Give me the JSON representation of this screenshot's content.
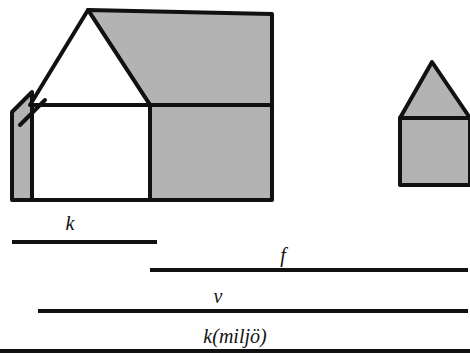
{
  "diagram": {
    "labels": [
      "k",
      "f",
      "v",
      "k(miljö)"
    ]
  }
}
